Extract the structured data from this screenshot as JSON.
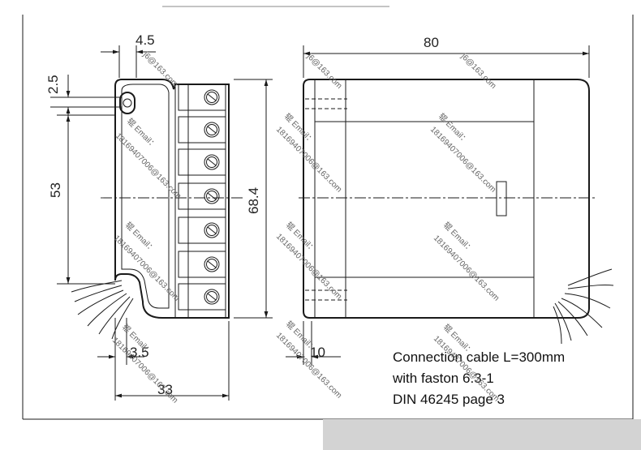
{
  "dimensions": {
    "top_small": "4.5",
    "top_width": "80",
    "left_small": "2.5",
    "left_height": "53",
    "overall_height": "68.4",
    "bottom_small": "3.5",
    "bottom_width": "33",
    "right_small": "10"
  },
  "note": {
    "line1": "Connection cable L=300mm",
    "line2": "with faston 6.3-1",
    "line3": "DIN 46245 page 3"
  },
  "watermark": {
    "line1": "辊 Email：",
    "line2": "18169407006@163.com",
    "short": "j6@163.com"
  }
}
